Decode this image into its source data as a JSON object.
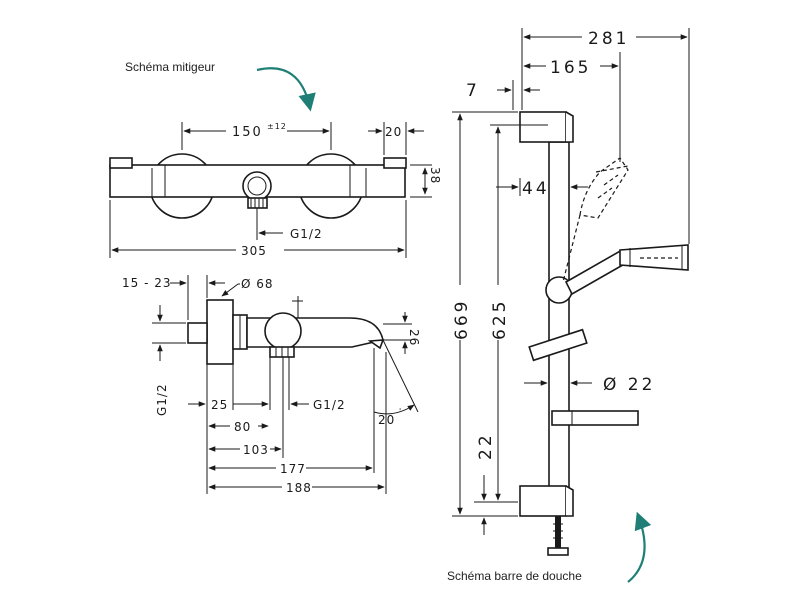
{
  "captions": {
    "mixer_schema": "Schéma mitigeur",
    "shower_bar_schema": "Schéma barre de douche"
  },
  "colors": {
    "accent_arrow": "#1f7f77",
    "line": "#1a1a1a"
  },
  "mixer_top": {
    "dim_150": "150",
    "dim_150_tol": "±12",
    "dim_20": "20",
    "dim_38": "38",
    "dim_305": "305",
    "thread": "G1/2"
  },
  "mixer_side": {
    "dim_15_23": "15 - 23",
    "dim_d68": "Ø 68",
    "dim_26": "26",
    "dim_g12_vert": "G1/2",
    "dim_25": "25",
    "dim_g12": "G1/2",
    "dim_20_angle": "20",
    "dim_80": "80",
    "dim_103": "103",
    "dim_177": "177",
    "dim_188": "188"
  },
  "shower_bar": {
    "dim_281": "281",
    "dim_165": "165",
    "dim_7": "7",
    "dim_44": "44",
    "dim_669": "669",
    "dim_625": "625",
    "dim_d22": "Ø 22",
    "dim_22": "22"
  }
}
